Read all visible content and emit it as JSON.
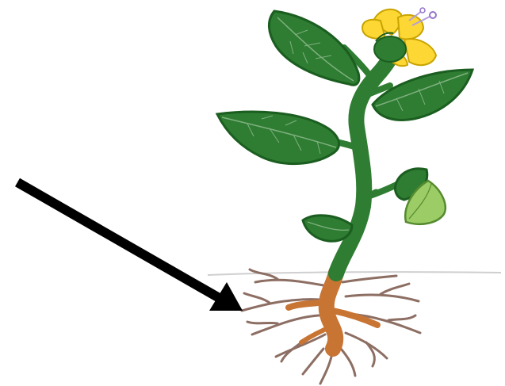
{
  "diagram": {
    "subject": "plant",
    "pointer_target": "root",
    "parts": [
      "flower",
      "leaf",
      "stem",
      "root",
      "ground-line",
      "arrow"
    ],
    "colors": {
      "background": "#ffffff",
      "leaf": "#2e7d32",
      "leaf_dark": "#1b5e20",
      "leaf_vein": "#7fb07f",
      "light_leaf": "#9ccc65",
      "stem": "#2e7d32",
      "flower": "#fdd835",
      "flower_center": "#2e7d32",
      "root_main": "#c87534",
      "root_branch": "#8d6e63",
      "ground": "#cfcfcf",
      "arrow": "#000000"
    }
  }
}
